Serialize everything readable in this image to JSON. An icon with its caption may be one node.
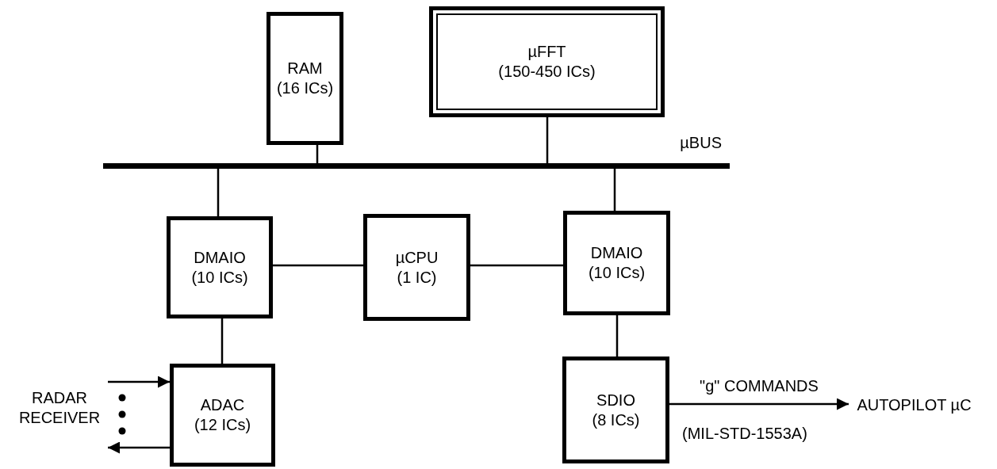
{
  "diagram": {
    "nodes": [
      {
        "text": [
          "RAM",
          "(16 ICs)"
        ]
      },
      {
        "text": [
          "µFFT",
          "(150-450 ICs)"
        ]
      },
      {
        "text": [
          "µBUS"
        ]
      },
      {
        "text": [
          "DMAIO",
          "(10 ICs)"
        ]
      },
      {
        "text": [
          "µCPU",
          "(1 IC)"
        ]
      },
      {
        "text": [
          "DMAIO",
          "(10 ICs)"
        ]
      },
      {
        "text": [
          "RADAR RECEIVER"
        ]
      },
      {
        "text": [
          "ADAC",
          "(12 ICs)"
        ]
      },
      {
        "text": [
          "SDIO",
          "(8 ICs)"
        ]
      },
      {
        "text": [
          "AUTOPILOT µC"
        ]
      }
    ],
    "edges": [
      {
        "from": 0,
        "to": 2,
        "arrow": "none"
      },
      {
        "from": 1,
        "to": 2,
        "arrow": "none"
      },
      {
        "from": 2,
        "to": 3,
        "arrow": "none"
      },
      {
        "from": 2,
        "to": 5,
        "arrow": "none"
      },
      {
        "from": 3,
        "to": 4,
        "arrow": "none"
      },
      {
        "from": 4,
        "to": 5,
        "arrow": "none"
      },
      {
        "from": 3,
        "to": 7,
        "arrow": "none"
      },
      {
        "from": 5,
        "to": 8,
        "arrow": "none"
      },
      {
        "from": 6,
        "to": 7,
        "arrow": "to"
      },
      {
        "from": 7,
        "to": 6,
        "arrow": "to"
      },
      {
        "from": 8,
        "to": 9,
        "arrow": "to",
        "label": "\"g\" COMMANDS"
      }
    ],
    "labels": [
      "(MIL-STD-1553A)"
    ]
  }
}
